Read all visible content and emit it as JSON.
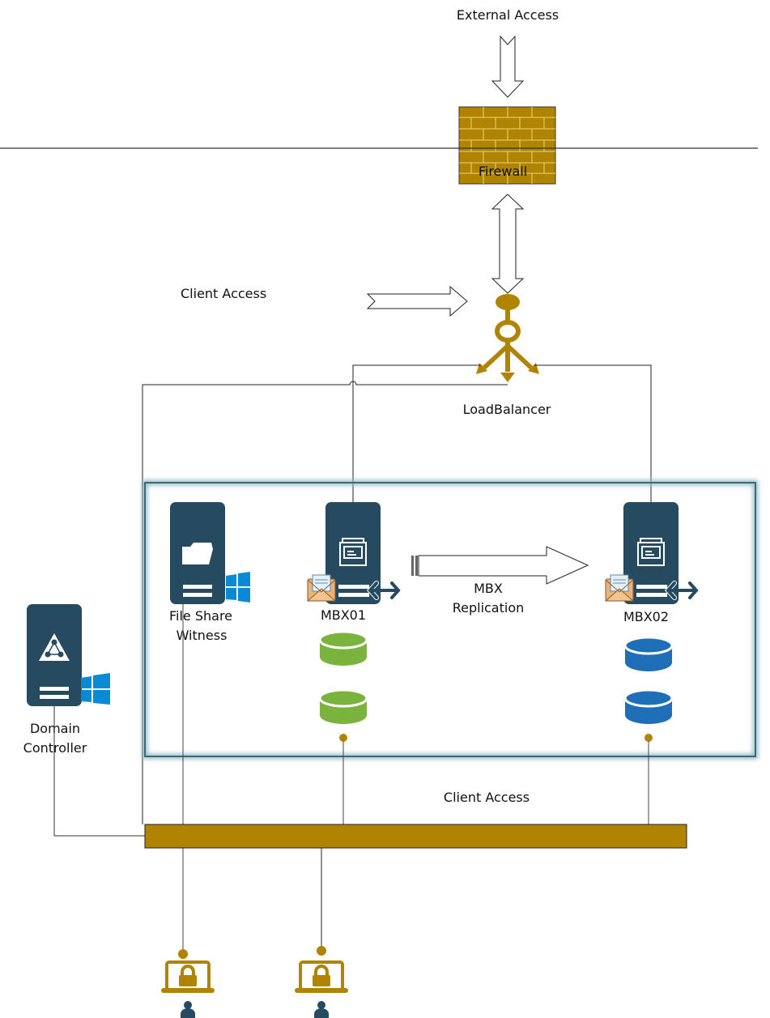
{
  "colors": {
    "server": "#264a60",
    "gold": "#b08400",
    "goldDark": "#8a6700",
    "green_db": "#7ab33e",
    "blue_db": "#1f6fb8",
    "windows": "#0a8ad4",
    "dag_border": "#3a6a7a",
    "line": "#222222"
  },
  "labels": {
    "external_access": "External Access",
    "firewall": "Firewall",
    "client_access_top": "Client Access",
    "load_balancer": "LoadBalancer",
    "file_share_witness": [
      "File Share",
      "Witness"
    ],
    "mbx01": "MBX01",
    "mbx02": "MBX02",
    "mbx_replication": [
      "MBX",
      "Replication"
    ],
    "domain_controller": [
      "Domain",
      "Controller"
    ],
    "client_access_bottom": "Client Access"
  },
  "nodes": [
    {
      "id": "firewall",
      "type": "firewall-icon"
    },
    {
      "id": "load_balancer",
      "type": "load-balancer-icon"
    },
    {
      "id": "file_share_witness",
      "type": "windows-file-server"
    },
    {
      "id": "mbx01",
      "type": "exchange-mailbox-server",
      "databases": 2,
      "db_color": "green"
    },
    {
      "id": "mbx02",
      "type": "exchange-mailbox-server",
      "databases": 2,
      "db_color": "blue"
    },
    {
      "id": "domain_controller",
      "type": "windows-ad-server"
    },
    {
      "id": "client_access_bus",
      "type": "network-bus"
    },
    {
      "id": "client1",
      "type": "locked-laptop-user"
    },
    {
      "id": "client2",
      "type": "locked-laptop-user"
    }
  ]
}
